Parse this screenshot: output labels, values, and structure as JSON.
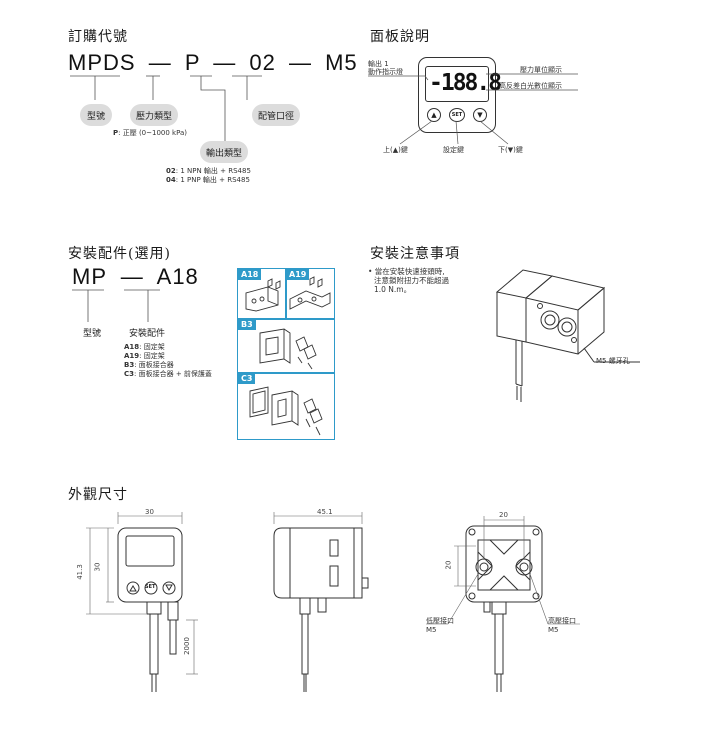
{
  "order_code": {
    "title": "訂購代號",
    "code": [
      "MPDS",
      "P",
      "02",
      "M5"
    ],
    "dash": "—",
    "labels": [
      "型號",
      "壓力類型",
      "輸出類型",
      "配管口徑"
    ],
    "pressure_desc": {
      "key": "P",
      "text": ": 正壓 (0~1000 kPa)"
    },
    "output_desc": [
      {
        "key": "02",
        "text": ": 1 NPN 輸出 + RS485"
      },
      {
        "key": "04",
        "text": ": 1 PNP 輸出 + RS485"
      }
    ]
  },
  "panel": {
    "title": "面板說明",
    "display_value": "-188.8",
    "output_label_1": "輸出 1",
    "output_label_2": "動作指示燈",
    "unit_label": "壓力單位顯示",
    "display_label": "高反差白光數位顯示",
    "up_label": "上(▲)鍵",
    "set_label": "設定鍵",
    "down_label": "下(▼)鍵",
    "set_text": "SET"
  },
  "accessory": {
    "title": "安裝配件(選用)",
    "code": [
      "MP",
      "A18"
    ],
    "dash": "—",
    "labels": [
      "型號",
      "安裝配件"
    ],
    "items": [
      {
        "key": "A18",
        "text": ": 固定架"
      },
      {
        "key": "A19",
        "text": ": 固定架"
      },
      {
        "key": "B3",
        "text": ": 面板接合器"
      },
      {
        "key": "C3",
        "text": ": 面板接合器 + 前保護蓋"
      }
    ],
    "kits": [
      "A18",
      "A19",
      "B3",
      "C3"
    ]
  },
  "install": {
    "title": "安裝注意事項",
    "note_1": "• 當在安裝快速接頭時,",
    "note_2": "注意鎖附扭力不能超過",
    "note_3": "1.0 N.m。",
    "thread_label": "M5 螺牙孔"
  },
  "dimensions": {
    "title": "外觀尺寸",
    "front_width": "30",
    "front_height_total": "41.3",
    "front_height_body": "30",
    "cable_length": "2000",
    "set_text": "SET",
    "side_width": "45.1",
    "back_spacing_h": "20",
    "back_spacing_v": "20",
    "low_port": "低壓接口",
    "low_port_size": "M5",
    "high_port": "高壓接口",
    "high_port_size": "M5"
  },
  "colors": {
    "accent": "#2e9ac9",
    "pill": "#dcdcdc"
  }
}
